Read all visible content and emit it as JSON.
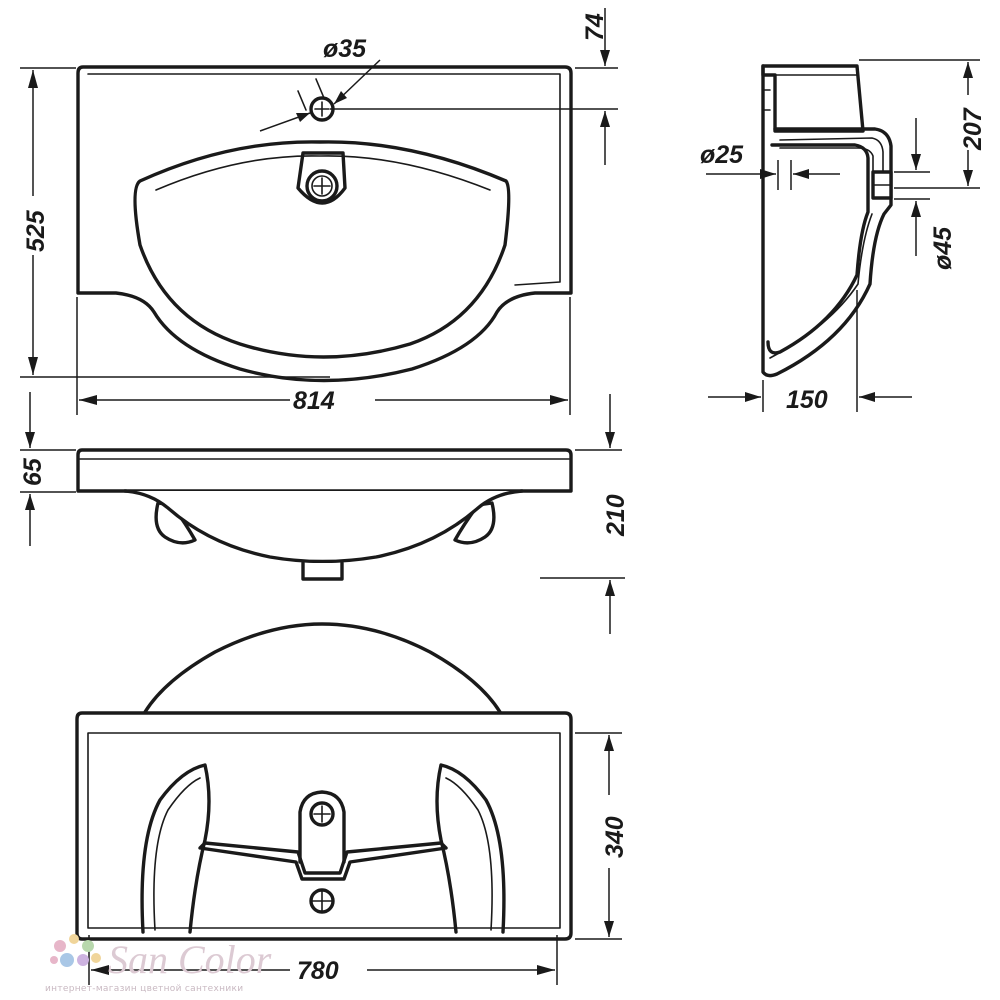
{
  "dimensions": {
    "top_overall_height": "525",
    "top_width": "814",
    "tap_hole_offset": "74",
    "tap_hole_diameter": "ø35",
    "front_rim_height": "65",
    "front_total_height": "210",
    "bottom_depth": "340",
    "bottom_width": "780",
    "side_height": "207",
    "side_overflow_diameter": "ø25",
    "side_drain_diameter": "ø45",
    "side_depth": "150"
  },
  "watermark": {
    "brand": "San Color",
    "tagline": "интернет-магазин цветной сантехники",
    "dot_colors": [
      "#e7b6c9",
      "#f0d59a",
      "#b8d8ad",
      "#a9c7e6",
      "#cdb3e0"
    ]
  }
}
